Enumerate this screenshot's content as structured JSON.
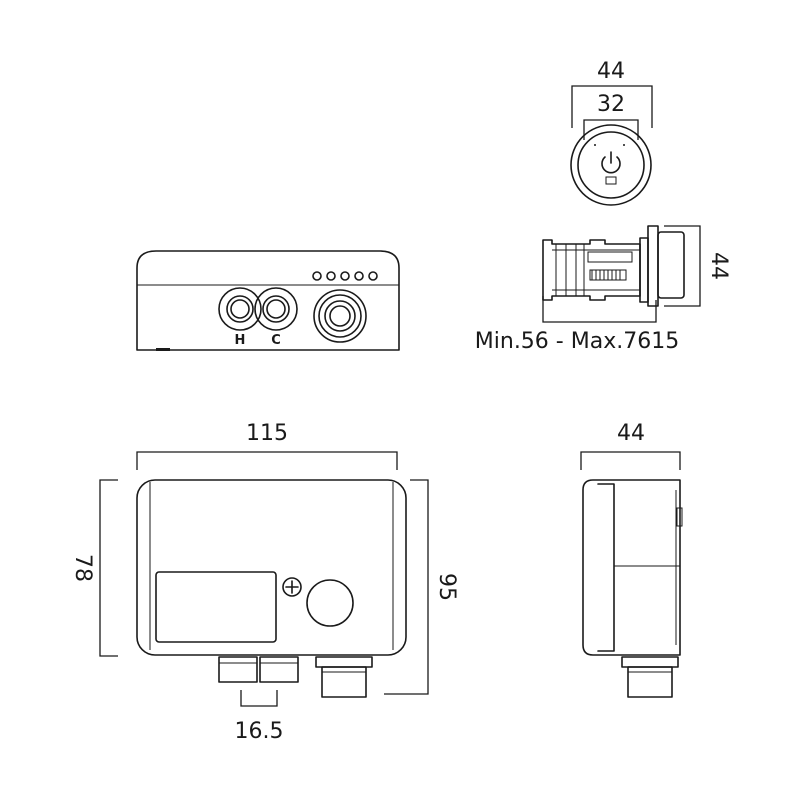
{
  "diagram": {
    "button_front": {
      "dim_outer": "44",
      "dim_inner": "32"
    },
    "button_side": {
      "dim_height": "44",
      "dim_length": "Min.56 - Max.7615"
    },
    "control_top": {
      "label_hot": "H",
      "label_cold": "C"
    },
    "control_front": {
      "dim_width": "115",
      "dim_height_body": "78",
      "dim_height_total": "95",
      "dim_pitch": "16.5"
    },
    "control_side": {
      "dim_depth": "44"
    }
  }
}
